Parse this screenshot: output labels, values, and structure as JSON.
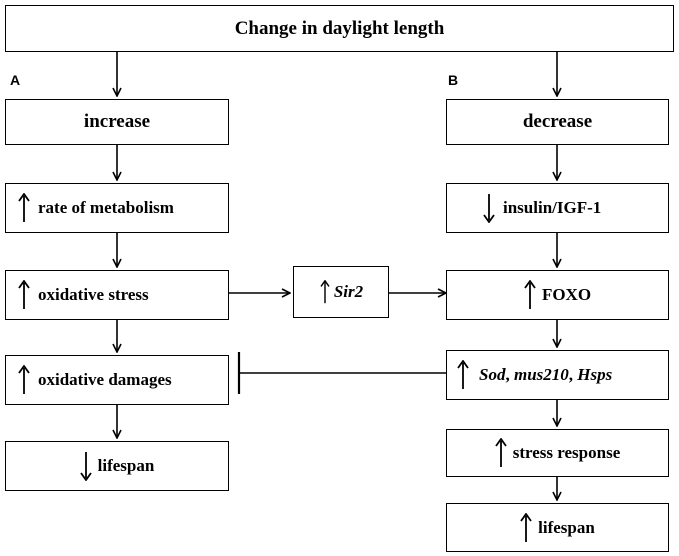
{
  "title": "Change in daylight length",
  "panel_a_label": "A",
  "panel_b_label": "B",
  "left": {
    "increase": "increase",
    "metabolism": "rate of metabolism",
    "oxidative_stress": "oxidative stress",
    "oxidative_damages": "oxidative damages",
    "lifespan": "lifespan"
  },
  "middle": {
    "sir2": "Sir2"
  },
  "right": {
    "decrease": "decrease",
    "insulin": "insulin/IGF-1",
    "foxo": "FOXO",
    "sod": "Sod",
    "sep1": ", ",
    "mus210": "mus210",
    "sep2": ", ",
    "hsps": "Hsps",
    "stress_response": "stress response",
    "lifespan": "lifespan"
  },
  "arrow_directions": {
    "metabolism": "up",
    "oxidative_stress": "up",
    "oxidative_damages": "up",
    "left_lifespan": "down",
    "sir2": "up",
    "insulin": "down",
    "foxo": "up",
    "sod_group": "up",
    "stress_response": "up",
    "right_lifespan": "up"
  }
}
